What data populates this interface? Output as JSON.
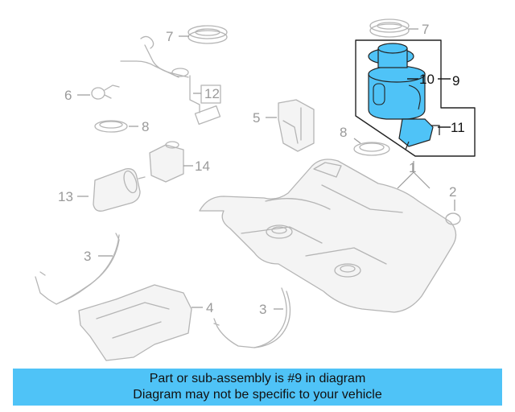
{
  "callouts": {
    "c1": "1",
    "c2": "2",
    "c3a": "3",
    "c3b": "3",
    "c4": "4",
    "c5": "5",
    "c6": "6",
    "c7a": "7",
    "c7b": "7",
    "c8a": "8",
    "c8b": "8",
    "c9": "9",
    "c10": "10",
    "c11": "11",
    "c12": "12",
    "c13": "13",
    "c14": "14"
  },
  "colors": {
    "highlight_part": "#4fc3f7",
    "banner": "#4fc3f7",
    "ghost_lines": "#b5b5b5"
  },
  "banner": {
    "line1": "Part or sub-assembly is #9 in diagram",
    "line2": "Diagram may not be specific to your vehicle"
  }
}
